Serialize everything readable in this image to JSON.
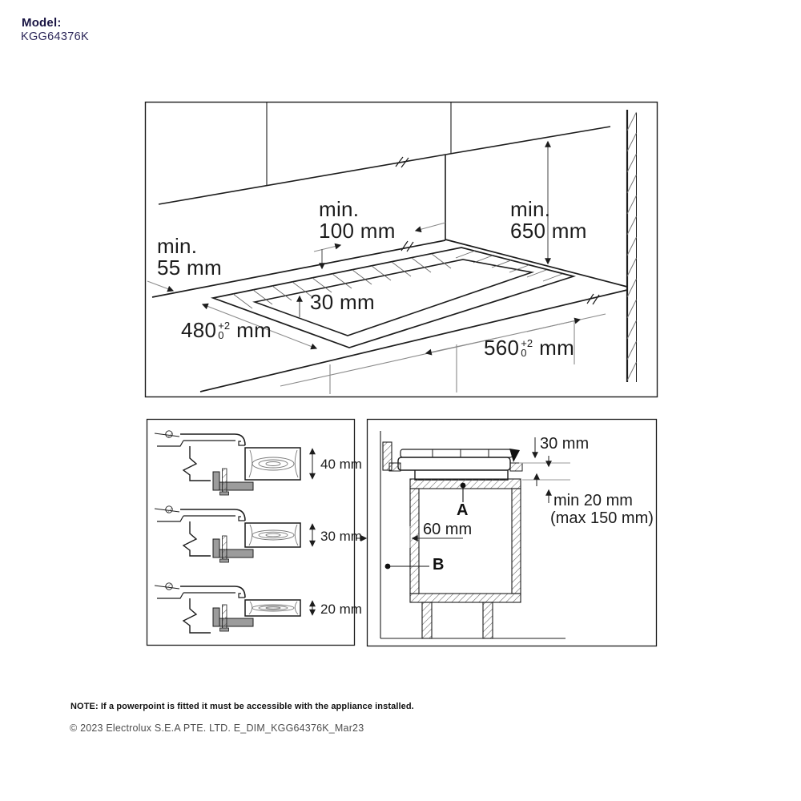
{
  "header": {
    "model_label": "Model:",
    "model_number": "KGG64376K"
  },
  "colors": {
    "brand_navy": "#191443",
    "line": "#1c1c1c",
    "dim_line": "#8a8a8a",
    "bracket_fill": "#9c9c9c"
  },
  "top_diagram": {
    "min_left": {
      "line1": "min.",
      "line2": "55 mm"
    },
    "min_back": {
      "line1": "min.",
      "line2": "100 mm"
    },
    "min_above": {
      "line1": "min.",
      "line2": "650 mm"
    },
    "band_width": "30 mm",
    "cutout_depth": {
      "value": "480",
      "tol_plus": "+2",
      "tol_minus": "0",
      "unit": "mm"
    },
    "cutout_width": {
      "value": "560",
      "tol_plus": "+2",
      "tol_minus": "0",
      "unit": "mm"
    }
  },
  "thickness_diagram": {
    "options": [
      {
        "label": "40 mm"
      },
      {
        "label": "30 mm"
      },
      {
        "label": "20 mm"
      }
    ]
  },
  "side_diagram": {
    "hob_height": "30 mm",
    "gap_min": "min 20 mm",
    "gap_max": "(max 150 mm)",
    "wall_distance": "60 mm",
    "marker_a": "A",
    "marker_b": "B"
  },
  "footer": {
    "note": "NOTE: If a powerpoint is fitted it must be accessible with the appliance installed.",
    "copyright": "© 2023 Electrolux S.E.A PTE. LTD. E_DIM_KGG64376K_Mar23"
  }
}
